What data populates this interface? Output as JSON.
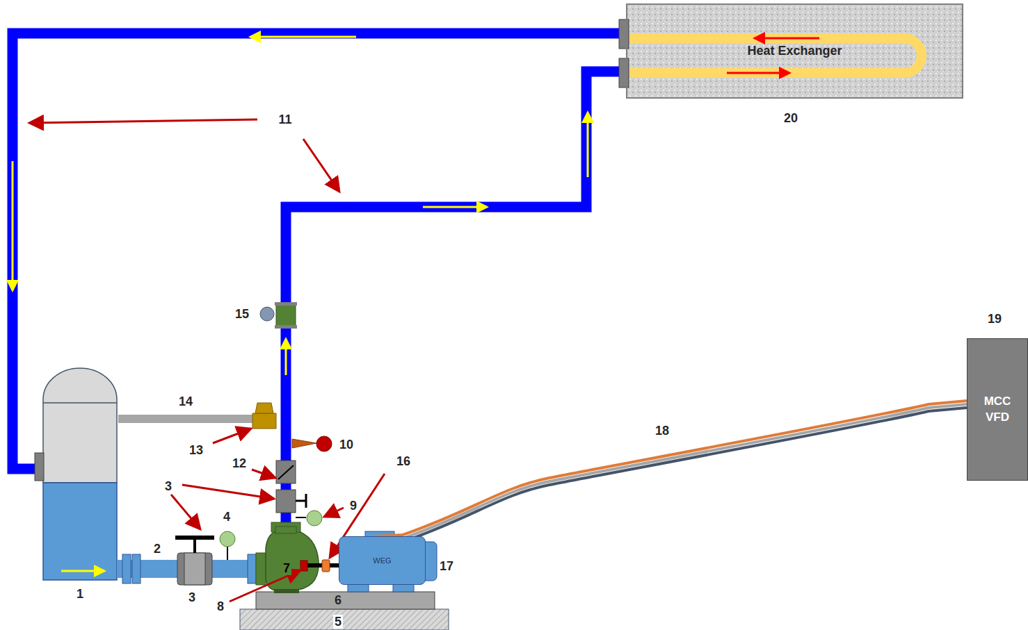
{
  "diagram": {
    "nodes": [
      {
        "text": [
          "Heat Exchanger"
        ]
      },
      {
        "text": [
          "MCC VFD"
        ]
      },
      {
        "text": [
          "WEG"
        ]
      }
    ],
    "edges": [
      {
        "from": 2,
        "to": 1,
        "arrow": "none"
      }
    ],
    "labels": [
      "15",
      "14",
      "13",
      "10",
      "12",
      "3",
      "4",
      "9",
      "16",
      "7",
      "8",
      "6",
      "5",
      "17",
      "18",
      "19",
      "20",
      "11",
      "1",
      "2",
      "3"
    ]
  }
}
